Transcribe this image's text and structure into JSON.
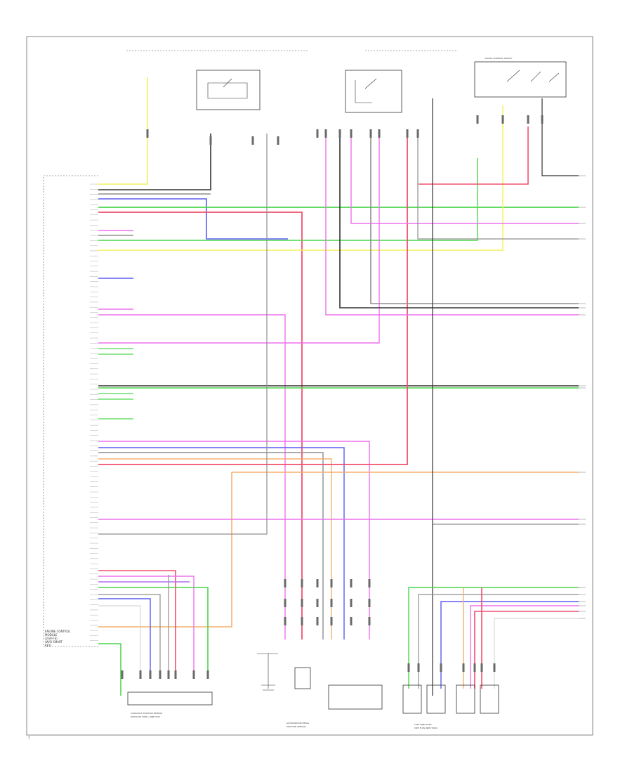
{
  "page": {
    "footer_code": "T"
  },
  "ecm": {
    "label_lines": [
      "ENGINE CONTROL",
      "MODULE",
      "(2GR-FE)",
      "(W/O SMART",
      "KEY)"
    ]
  },
  "components": {
    "bottom_left": [
      "CAMSHAFT POSITION SENSOR",
      "(EXHAUST SIDE) / INJECTOR"
    ],
    "bottom_middle": [
      "ACCELERATOR PEDAL",
      "POSITION SENSOR"
    ],
    "bottom_right": [
      "FUEL INJECTORS",
      "(SEE FUEL INJECTION)"
    ],
    "top_right": "CRUISE CONTROL SWITCH"
  },
  "colors": {
    "yellow": "#f2f25a",
    "green": "#4cd64c",
    "blue": "#5b5bf0",
    "red": "#f0506e",
    "pink": "#ee70ee",
    "gray": "#8f8f8f",
    "black": "#333333",
    "orange": "#f5b070",
    "ltgreen": "#6ee06e",
    "violet": "#b070f0",
    "white": "#d8d8d8"
  }
}
